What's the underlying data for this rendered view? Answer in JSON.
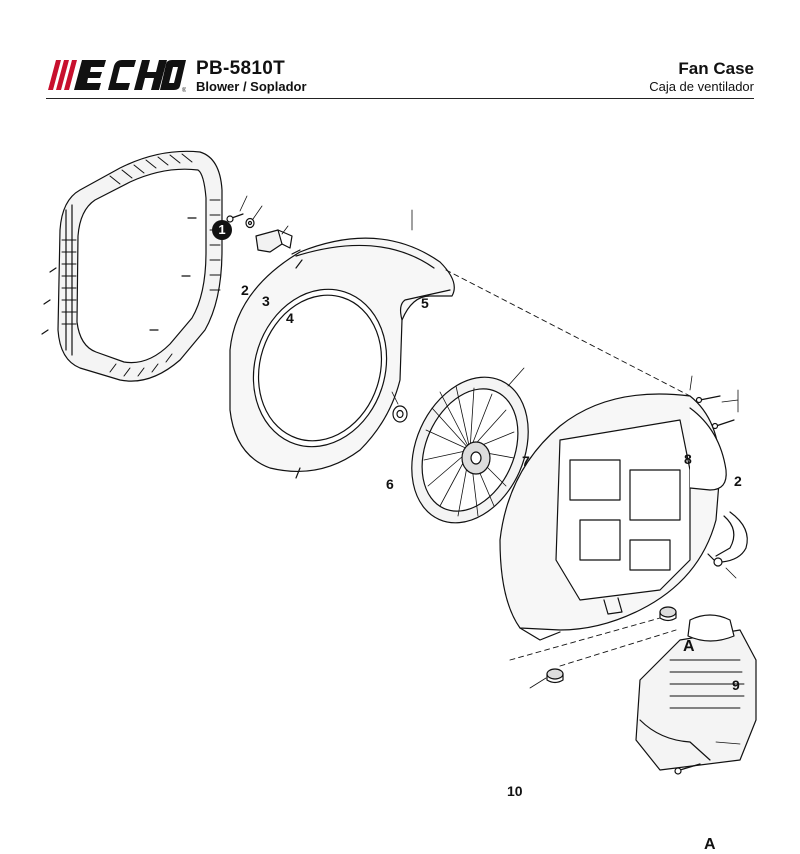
{
  "header": {
    "brand": "ECHO",
    "model": "PB-5810T",
    "product": "Blower / Soplador",
    "section_title": "Fan Case",
    "section_subtitle": "Caja de ventilador"
  },
  "callouts": {
    "c1": "1",
    "c2a": "2",
    "c3": "3",
    "c4": "4",
    "c5": "5",
    "c6": "6",
    "c7": "7",
    "c8": "8",
    "c2b": "2",
    "c9": "9",
    "c10": "10",
    "ref_a1": "A",
    "ref_a2": "A"
  },
  "colors": {
    "ink": "#111111",
    "paper": "#ffffff",
    "fill": "#f2f2f2"
  }
}
